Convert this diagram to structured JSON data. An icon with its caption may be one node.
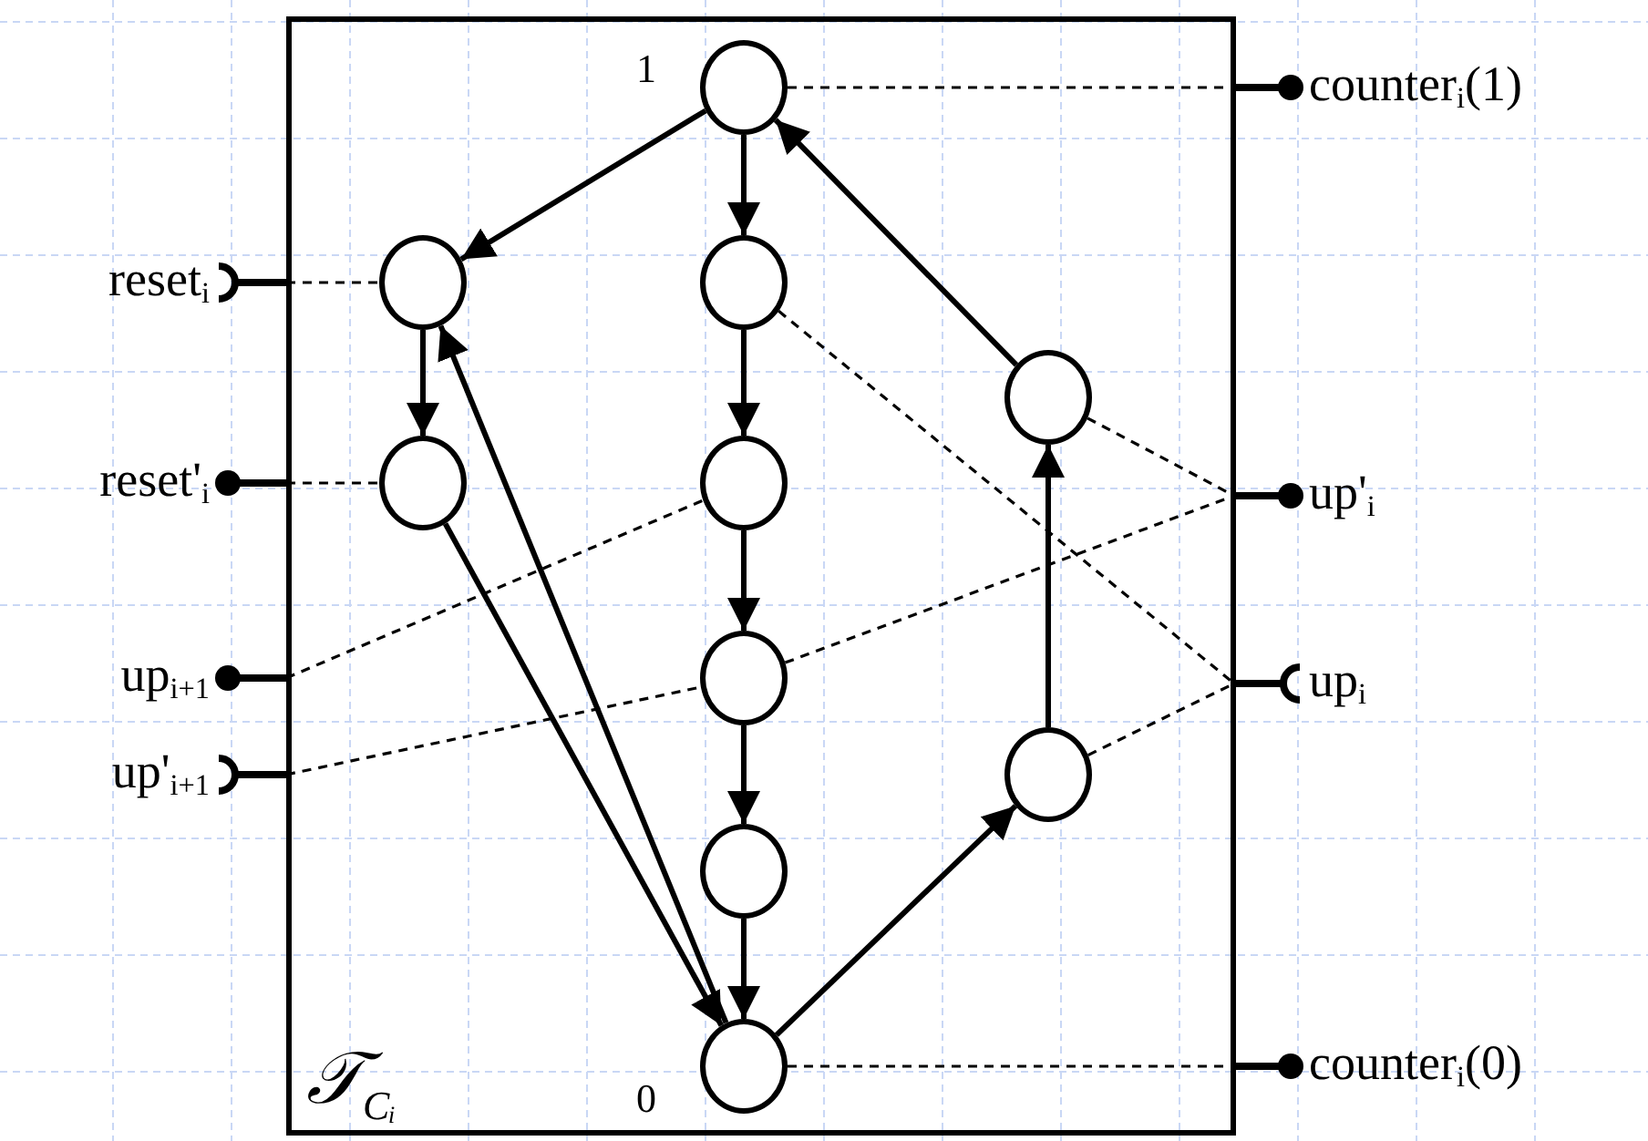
{
  "diagram": {
    "nodes": [
      {
        "text": [
          "𝒯$_{Cᵢ}$"
        ]
      },
      {
        "text": [],
        "shape": "circle",
        "in": 0,
        "beside": [
          "1"
        ]
      },
      {
        "text": [],
        "shape": "circle",
        "in": 0
      },
      {
        "text": [],
        "shape": "circle",
        "in": 0
      },
      {
        "text": [],
        "shape": "circle",
        "in": 0
      },
      {
        "text": [],
        "shape": "circle",
        "in": 0
      },
      {
        "text": [],
        "shape": "circle",
        "in": 0
      },
      {
        "text": [],
        "shape": "circle",
        "in": 0
      },
      {
        "text": [],
        "shape": "circle",
        "in": 0
      },
      {
        "text": [],
        "shape": "circle",
        "in": 0
      },
      {
        "text": [],
        "shape": "circle",
        "in": 0,
        "beside": [
          "0"
        ]
      },
      {
        "text": [
          "reset$_{i}$"
        ]
      },
      {
        "text": [
          "reset'$_{i}$"
        ]
      },
      {
        "text": [
          "up$_{i+1}$"
        ]
      },
      {
        "text": [
          "up'$_{i+1}$"
        ]
      },
      {
        "text": [
          "counter$_{i}$(1)"
        ]
      },
      {
        "text": [
          "up'$_{i}$"
        ]
      },
      {
        "text": [
          "up$_{i}$"
        ]
      },
      {
        "text": [
          "counter$_{i}$(0)"
        ]
      }
    ],
    "edges": [
      {
        "from": 1,
        "to": 3,
        "arrow": "to"
      },
      {
        "from": 3,
        "to": 6,
        "arrow": "to"
      },
      {
        "from": 6,
        "to": 7,
        "arrow": "to"
      },
      {
        "from": 7,
        "to": 9,
        "arrow": "to"
      },
      {
        "from": 9,
        "to": 10,
        "arrow": "to"
      },
      {
        "from": 1,
        "to": 2,
        "arrow": "to"
      },
      {
        "from": 2,
        "to": 5,
        "arrow": "to"
      },
      {
        "from": 5,
        "to": 10,
        "arrow": "to"
      },
      {
        "from": 10,
        "to": 2,
        "arrow": "to"
      },
      {
        "from": 10,
        "to": 8,
        "arrow": "to"
      },
      {
        "from": 8,
        "to": 4,
        "arrow": "to"
      },
      {
        "from": 4,
        "to": 1,
        "arrow": "to"
      },
      {
        "from": 1,
        "to": 15,
        "arrow": "none",
        "style": "dashed"
      },
      {
        "from": 11,
        "to": 2,
        "arrow": "none",
        "style": "dashed"
      },
      {
        "from": 12,
        "to": 5,
        "arrow": "none",
        "style": "dashed"
      },
      {
        "from": 3,
        "to": 17,
        "arrow": "none",
        "style": "dashed"
      },
      {
        "from": 4,
        "to": 16,
        "arrow": "none",
        "style": "dashed"
      },
      {
        "from": 13,
        "to": 6,
        "arrow": "none",
        "style": "dashed"
      },
      {
        "from": 14,
        "to": 7,
        "arrow": "none",
        "style": "dashed"
      },
      {
        "from": 7,
        "to": 16,
        "arrow": "none",
        "style": "dashed"
      },
      {
        "from": 8,
        "to": 17,
        "arrow": "none",
        "style": "dashed"
      },
      {
        "from": 10,
        "to": 18,
        "arrow": "none",
        "style": "dashed"
      }
    ]
  }
}
